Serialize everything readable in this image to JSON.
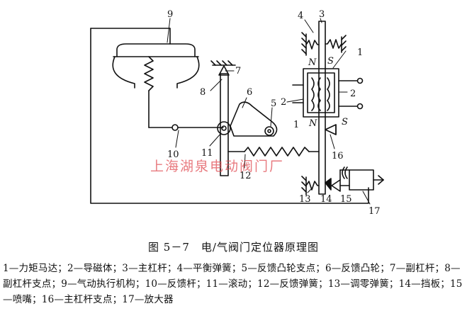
{
  "figure": {
    "labels": {
      "l1a": "1",
      "l1b": "1",
      "l2a": "2",
      "l2b": "2",
      "l3": "3",
      "l4": "4",
      "l5": "5",
      "l6": "6",
      "l7": "7",
      "l8": "8",
      "l9": "9",
      "l10": "10",
      "l11": "11",
      "l12": "12",
      "l13": "13",
      "l14": "14",
      "l15": "15",
      "l16": "16",
      "l17": "17",
      "n_top": "N",
      "s_top": "S",
      "n_bot": "N",
      "s_bot": "S"
    },
    "watermark": "上海湖泉电动阀门厂"
  },
  "caption": "图 5－7　电/气阀门定位器原理图",
  "legend": "1—力矩马达；2—导磁体；3—主杠杆；4—平衡弹簧；5—反馈凸轮支点；6—反馈凸轮；7—副杠杆；8—副杠杆支点；9—气动执行机构；10—反馈杆；11—滚动；12—反馈弹簧；13—调零弹簧；14—挡板；15—喷嘴；16—主杠杆支点；17—放大器",
  "colors": {
    "line": "#111111",
    "watermark": "#e0484f"
  }
}
